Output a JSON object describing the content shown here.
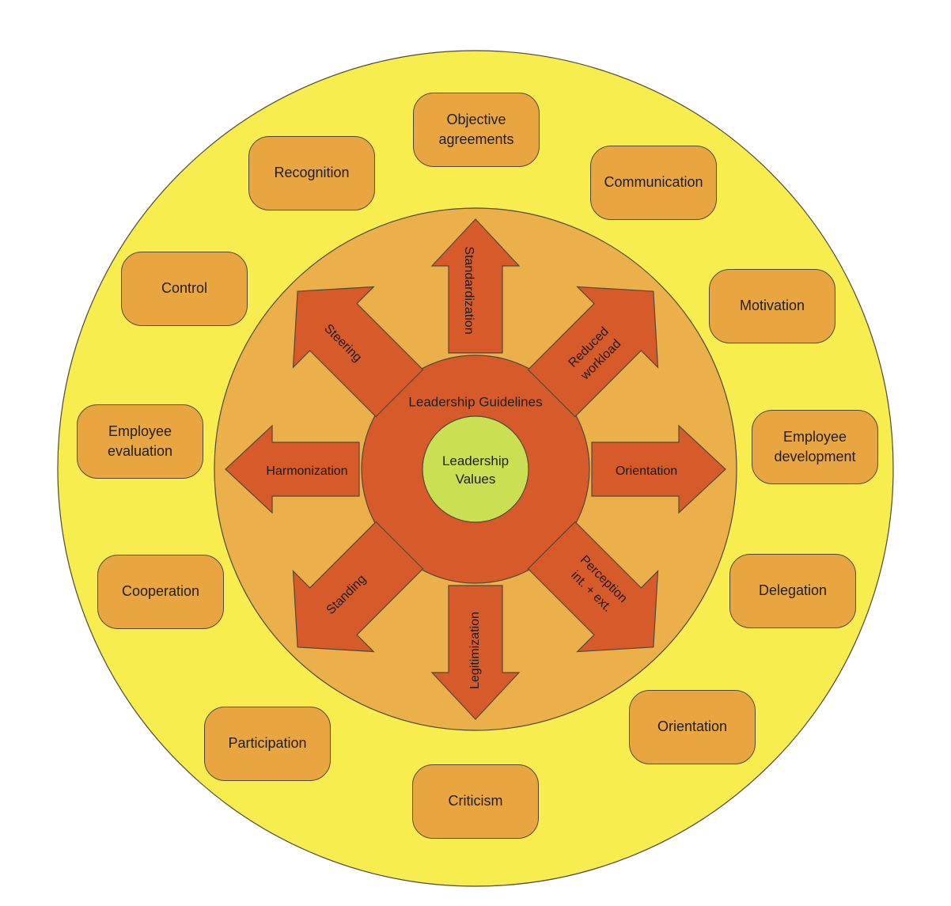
{
  "center": {
    "guidelines_label": "Leadership Guidelines",
    "values_label": "Leadership\nValues"
  },
  "arrows": [
    {
      "id": "standardization",
      "direction": "up",
      "label": "Standardization"
    },
    {
      "id": "reduced-workload",
      "direction": "up-right",
      "label": "Reduced\nworkload"
    },
    {
      "id": "orientation",
      "direction": "right",
      "label": "Orientation"
    },
    {
      "id": "perception",
      "direction": "down-right",
      "label": "Perception\nint. + ext."
    },
    {
      "id": "legitimization",
      "direction": "down",
      "label": "Legitimization"
    },
    {
      "id": "standing",
      "direction": "down-left",
      "label": "Standing"
    },
    {
      "id": "harmonization",
      "direction": "left",
      "label": "Harmonization"
    },
    {
      "id": "steering",
      "direction": "up-left",
      "label": "Steering"
    }
  ],
  "boxes": [
    {
      "id": "objective-agreements",
      "label": "Objective\nagreements"
    },
    {
      "id": "communication",
      "label": "Communication"
    },
    {
      "id": "motivation",
      "label": "Motivation"
    },
    {
      "id": "employee-development",
      "label": "Employee\ndevelopment"
    },
    {
      "id": "delegation",
      "label": "Delegation"
    },
    {
      "id": "orientation",
      "label": "Orientation"
    },
    {
      "id": "criticism",
      "label": "Criticism"
    },
    {
      "id": "participation",
      "label": "Participation"
    },
    {
      "id": "cooperation",
      "label": "Cooperation"
    },
    {
      "id": "employee-evaluation",
      "label": "Employee\nevaluation"
    },
    {
      "id": "control",
      "label": "Control"
    },
    {
      "id": "recognition",
      "label": "Recognition"
    }
  ],
  "colors": {
    "outer_ring": "#F8ED4F",
    "middle_ring": "#EBB049",
    "box_fill": "#E9A640",
    "arrow_fill": "#D75A2B",
    "core_fill": "#D75A2B",
    "values_fill": "#CBDF52",
    "stroke": "#4D4A3A"
  }
}
